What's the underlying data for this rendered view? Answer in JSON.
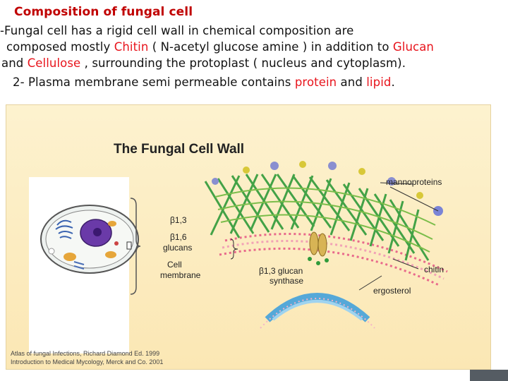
{
  "heading": "Composition of fungal cell",
  "para1": {
    "line1": "-Fungal cell has a rigid cell wall in chemical composition are",
    "line2_pre": "composed mostly ",
    "line2_chitin": "Chitin",
    "line2_mid": " ( N-acetyl glucose amine ) in addition to ",
    "line2_glucan": "Glucan",
    "line3_pre": "and ",
    "line3_cellulose": "Cellulose",
    "line3_post": " , surrounding the protoplast ( nucleus and cytoplasm)."
  },
  "para2": {
    "pre": "2- Plasma membrane semi permeable contains ",
    "protein": "protein",
    "mid": "  and ",
    "lipid": "lipid",
    "post": "."
  },
  "figure": {
    "title": "The Fungal Cell Wall",
    "labels": {
      "mannoproteins": "mannoproteins",
      "b13": "β1,3",
      "b16": "β1,6",
      "glucans": "glucans",
      "cell": "Cell",
      "membrane": "membrane",
      "synthase1": "β1,3 glucan",
      "synthase2": "synthase",
      "chitin": "chitin",
      "ergosterol": "ergosterol"
    },
    "caption1": "Atlas of fungal Infections, Richard Diamond Ed. 1999",
    "caption2": "Introduction to Medical Mycology, Merck and Co. 2001"
  },
  "colors": {
    "highlight": "#e8141c",
    "figure_bg": "#fdf2cf",
    "fiber": "#2f9a3a",
    "membrane": "#e86a8c"
  }
}
